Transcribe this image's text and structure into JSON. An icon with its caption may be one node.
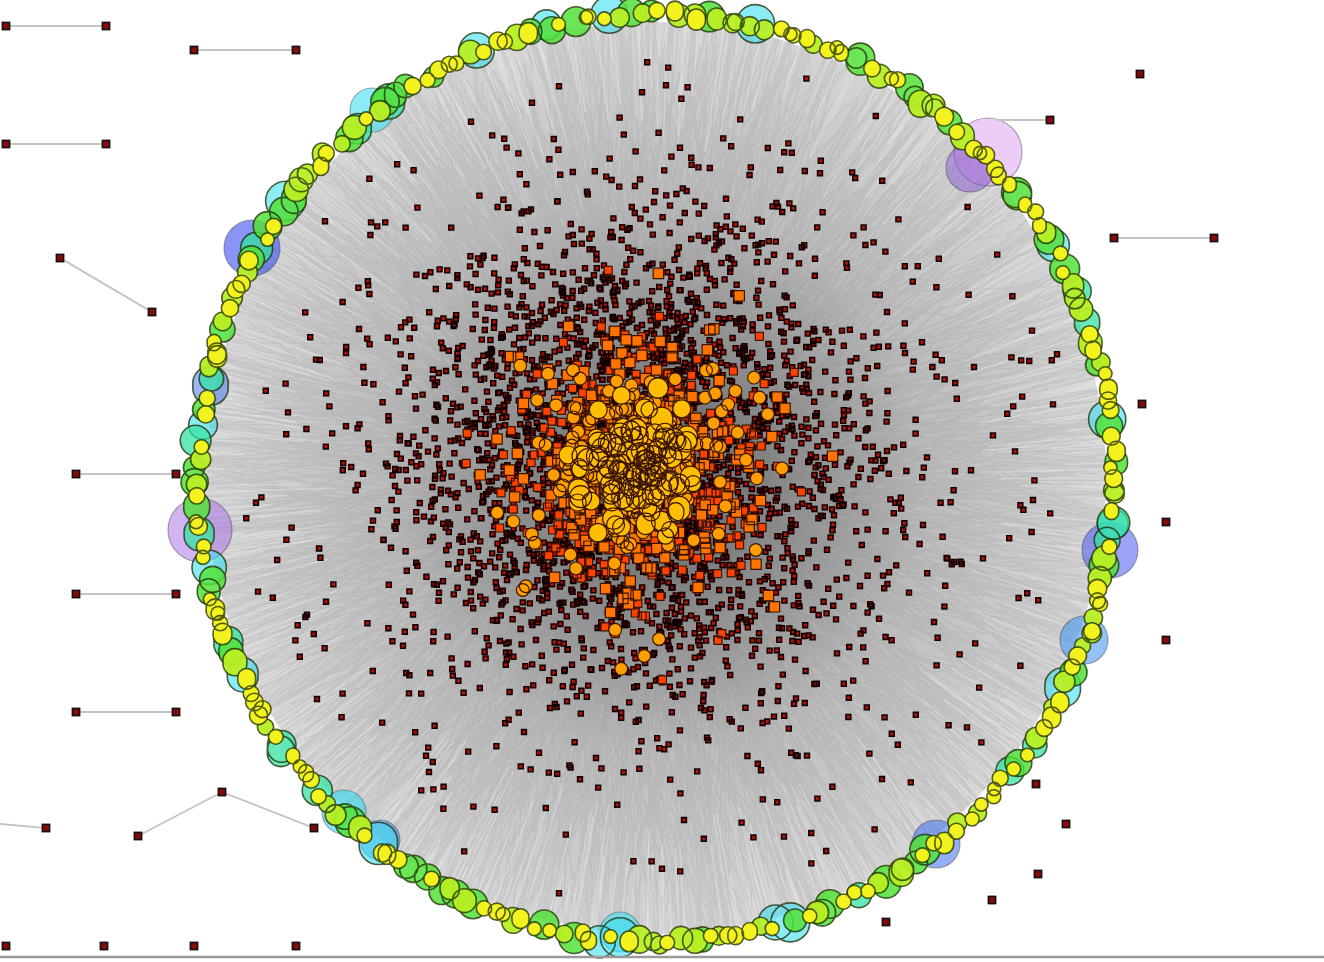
{
  "diagram": {
    "nodes": [
      {
        "text": [],
        "shape": "box"
      },
      {
        "text": [],
        "shape": "box"
      },
      {
        "text": [],
        "shape": "box"
      },
      {
        "text": [],
        "shape": "box"
      },
      {
        "text": [],
        "shape": "box"
      },
      {
        "text": [],
        "shape": "box"
      },
      {
        "text": [],
        "shape": "box"
      },
      {
        "text": [],
        "shape": "box"
      },
      {
        "text": [],
        "shape": "box"
      },
      {
        "text": [],
        "shape": "box"
      },
      {
        "text": [],
        "shape": "box"
      },
      {
        "text": [],
        "shape": "box"
      },
      {
        "text": [],
        "shape": "box"
      },
      {
        "text": [],
        "shape": "box"
      },
      {
        "text": [],
        "shape": "box"
      },
      {
        "text": [],
        "shape": "box"
      },
      {
        "text": [],
        "shape": "box"
      },
      {
        "text": [],
        "shape": "box"
      },
      {
        "text": [],
        "shape": "box"
      },
      {
        "text": [],
        "shape": "box"
      },
      {
        "text": [],
        "shape": "box"
      },
      {
        "text": [],
        "shape": "box"
      },
      {
        "text": [],
        "shape": "box"
      },
      {
        "text": [],
        "shape": "box"
      },
      {
        "text": [],
        "shape": "box"
      },
      {
        "text": [],
        "shape": "box"
      },
      {
        "text": [],
        "shape": "box"
      },
      {
        "text": [],
        "shape": "box"
      },
      {
        "text": [],
        "shape": "box"
      },
      {
        "text": [],
        "shape": "box"
      },
      {
        "text": [],
        "shape": "box"
      },
      {
        "text": [],
        "shape": "box"
      },
      {
        "text": [],
        "shape": "box"
      },
      {
        "text": [],
        "shape": "box"
      }
    ],
    "edges": [
      {
        "from": 0,
        "to": 1,
        "arrow": "none"
      },
      {
        "from": 2,
        "to": 3,
        "arrow": "none"
      },
      {
        "from": 5,
        "to": null,
        "arrow": "none"
      },
      {
        "from": 6,
        "to": 7,
        "arrow": "none"
      },
      {
        "from": 8,
        "to": 9,
        "arrow": "none"
      },
      {
        "from": 10,
        "to": 11,
        "arrow": "none"
      },
      {
        "from": 13,
        "to": 14,
        "arrow": "none"
      },
      {
        "from": 16,
        "to": 17,
        "arrow": "none"
      },
      {
        "from": 19,
        "to": 20,
        "arrow": "none"
      },
      {
        "from": 26,
        "to": 22,
        "arrow": "none"
      },
      {
        "from": 22,
        "to": 25,
        "arrow": "none"
      },
      {
        "from": null,
        "to": 24,
        "arrow": "none"
      }
    ]
  }
}
